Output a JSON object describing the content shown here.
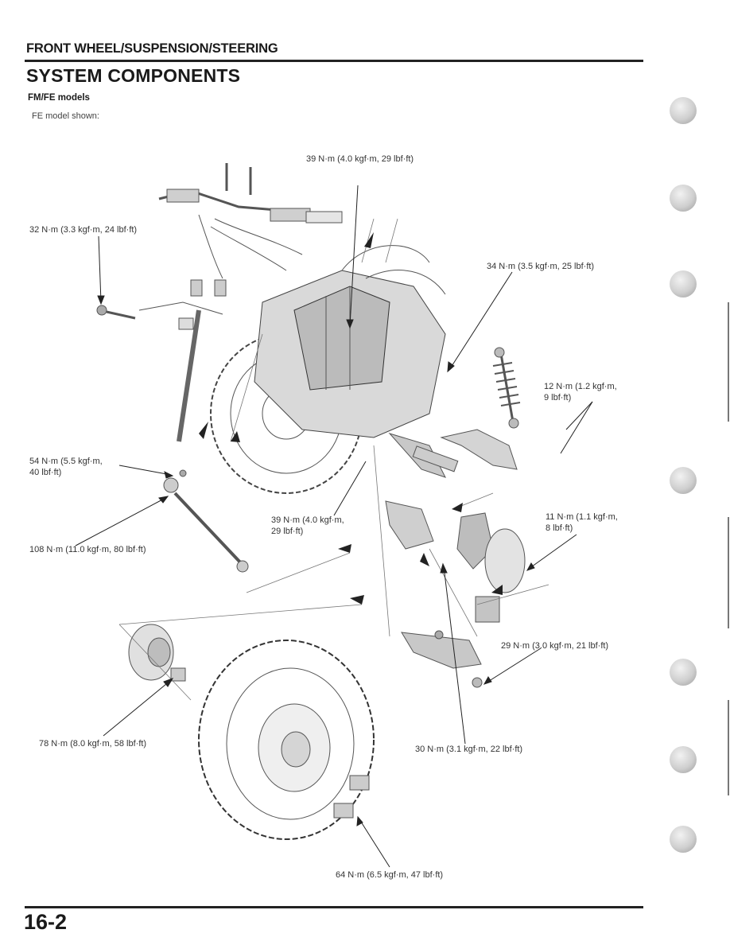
{
  "header": {
    "section_title": "FRONT WHEEL/SUSPENSION/STEERING",
    "page_heading": "SYSTEM COMPONENTS"
  },
  "model": {
    "label": "FM/FE models",
    "shown_note": "FE model shown:"
  },
  "callouts": {
    "c1": "39 N·m (4.0 kgf·m, 29 lbf·ft)",
    "c2": "32 N·m (3.3 kgf·m, 24 lbf·ft)",
    "c3": "34 N·m (3.5 kgf·m, 25 lbf·ft)",
    "c4a": "12 N·m (1.2 kgf·m,",
    "c4b": "9 lbf·ft)",
    "c5a": "54 N·m (5.5 kgf·m,",
    "c5b": "40 lbf·ft)",
    "c6a": "39 N·m (4.0 kgf·m,",
    "c6b": "29 lbf·ft)",
    "c7a": "11 N·m (1.1 kgf·m,",
    "c7b": "8 lbf·ft)",
    "c8": "108 N·m (11.0 kgf·m, 80 lbf·ft)",
    "c9": "29 N·m (3.0 kgf·m, 21 lbf·ft)",
    "c10": "78 N·m (8.0 kgf·m, 58 lbf·ft)",
    "c11": "30 N·m (3.1 kgf·m, 22 lbf·ft)",
    "c12": "64 N·m (6.5 kgf·m, 47 lbf·ft)"
  },
  "footer": {
    "page_number": "16-2"
  }
}
